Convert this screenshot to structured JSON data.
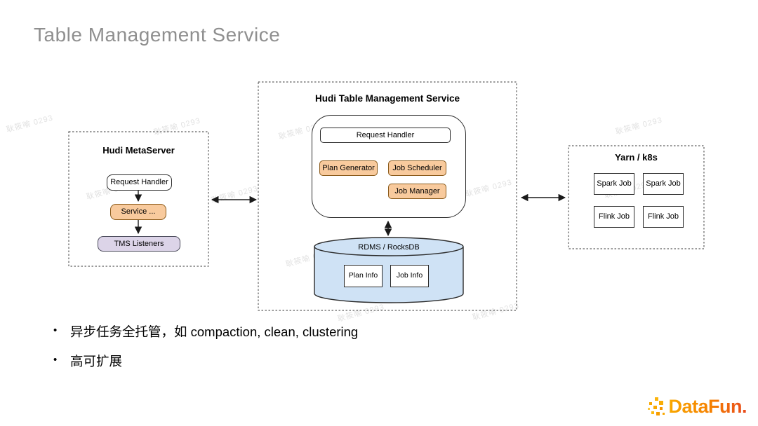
{
  "slide": {
    "title": "Table Management Service",
    "bullets": [
      "异步任务全托管，如 compaction, clean, clustering",
      "高可扩展"
    ]
  },
  "watermark": {
    "text": "耿筱喻 0293"
  },
  "diagram": {
    "meta_server": {
      "title": "Hudi MetaServer",
      "request_handler": "Request Handler",
      "service": "Service ...",
      "tms_listeners": "TMS Listeners"
    },
    "tms": {
      "title": "Hudi Table Management Service",
      "request_handler": "Request Handler",
      "plan_generator": "Plan Generator",
      "job_scheduler": "Job Scheduler",
      "job_manager": "Job Manager",
      "storage": {
        "title": "RDMS / RocksDB",
        "plan_info": "Plan Info",
        "job_info": "Job Info"
      }
    },
    "cluster": {
      "title": "Yarn / k8s",
      "jobs": [
        "Spark Job",
        "Spark Job",
        "Flink Job",
        "Flink Job"
      ]
    }
  },
  "logo": {
    "text": "DataFun."
  },
  "colors": {
    "orange_fill": "#F8CA9D",
    "orange_border": "#8A5A1A",
    "purple_fill": "#DCD4E8",
    "purple_border": "#4A4A5A",
    "blue_fill": "#CFE2F5",
    "stroke_dark": "#2B2B2B",
    "title_gray": "#8F8F8F"
  }
}
